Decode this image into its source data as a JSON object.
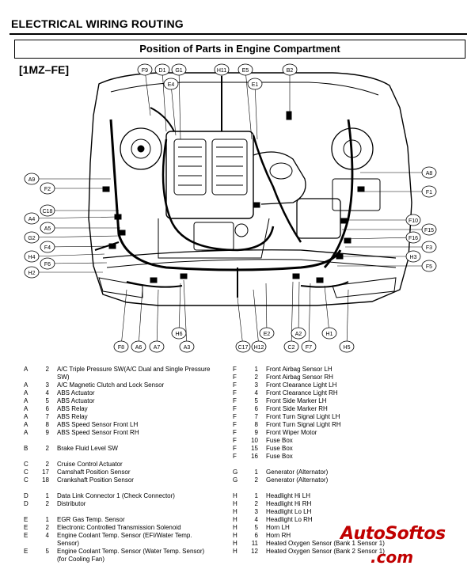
{
  "header": {
    "title": "ELECTRICAL WIRING ROUTING",
    "subtitle": "Position of Parts in Engine Compartment",
    "engine": "[1MZ–FE]"
  },
  "callouts_top": [
    "F9",
    "D1",
    "G1",
    "H11",
    "E5",
    "B2"
  ],
  "callouts_top_inner": [
    "E4",
    "E1"
  ],
  "callouts_left": [
    "A9",
    "F2",
    "C18",
    "A4",
    "A5",
    "G2",
    "F4",
    "H4",
    "F6",
    "H2"
  ],
  "callouts_right": [
    "A8",
    "F1",
    "F10",
    "F15",
    "F16",
    "F3",
    "H3",
    "F5"
  ],
  "callouts_bottom": [
    "F8",
    "A6",
    "A7",
    "A3",
    "C17",
    "H12",
    "C2",
    "F7",
    "H5"
  ],
  "callouts_bottom_inner": [
    "H6",
    "E2",
    "A2",
    "H1"
  ],
  "legend_left": [
    {
      "l": "A",
      "n": "2",
      "t": "A/C Triple Pressure SW(A/C Dual and Single Pressure"
    },
    {
      "l": "",
      "n": "",
      "t": "SW)"
    },
    {
      "l": "A",
      "n": "3",
      "t": "A/C Magnetic Clutch and Lock Sensor"
    },
    {
      "l": "A",
      "n": "4",
      "t": "ABS Actuator"
    },
    {
      "l": "A",
      "n": "5",
      "t": "ABS Actuator"
    },
    {
      "l": "A",
      "n": "6",
      "t": "ABS Relay"
    },
    {
      "l": "A",
      "n": "7",
      "t": "ABS Relay"
    },
    {
      "l": "A",
      "n": "8",
      "t": "ABS Speed Sensor Front LH"
    },
    {
      "l": "A",
      "n": "9",
      "t": "ABS Speed Sensor Front RH"
    },
    {
      "l": "",
      "n": "",
      "t": ""
    },
    {
      "l": "B",
      "n": "2",
      "t": "Brake Fluid Level SW"
    },
    {
      "l": "",
      "n": "",
      "t": ""
    },
    {
      "l": "C",
      "n": "2",
      "t": "Cruise Control Actuator"
    },
    {
      "l": "C",
      "n": "17",
      "t": "Camshaft Position Sensor"
    },
    {
      "l": "C",
      "n": "18",
      "t": "Crankshaft Position Sensor"
    },
    {
      "l": "",
      "n": "",
      "t": ""
    },
    {
      "l": "D",
      "n": "1",
      "t": "Data Link Connector 1 (Check Connector)"
    },
    {
      "l": "D",
      "n": "2",
      "t": "Distributor"
    },
    {
      "l": "",
      "n": "",
      "t": ""
    },
    {
      "l": "E",
      "n": "1",
      "t": "EGR Gas Temp. Sensor"
    },
    {
      "l": "E",
      "n": "2",
      "t": "Electronic Controlled Transmission Solenoid"
    },
    {
      "l": "E",
      "n": "4",
      "t": "Engine Coolant Temp. Sensor (EFI/Water Temp."
    },
    {
      "l": "",
      "n": "",
      "t": "Sensor)"
    },
    {
      "l": "E",
      "n": "5",
      "t": "Engine Coolant Temp. Sensor (Water Temp. Sensor)"
    },
    {
      "l": "",
      "n": "",
      "t": "(for Cooling Fan)"
    }
  ],
  "legend_right": [
    {
      "l": "F",
      "n": "1",
      "t": "Front Airbag Sensor LH"
    },
    {
      "l": "F",
      "n": "2",
      "t": "Front Airbag Sensor RH"
    },
    {
      "l": "F",
      "n": "3",
      "t": "Front Clearance Light LH"
    },
    {
      "l": "F",
      "n": "4",
      "t": "Front Clearance Light RH"
    },
    {
      "l": "F",
      "n": "5",
      "t": "Front Side Marker LH"
    },
    {
      "l": "F",
      "n": "6",
      "t": "Front Side Marker RH"
    },
    {
      "l": "F",
      "n": "7",
      "t": "Front Turn Signal Light LH"
    },
    {
      "l": "F",
      "n": "8",
      "t": "Front Turn Signal Light RH"
    },
    {
      "l": "F",
      "n": "9",
      "t": "Front Wiper Motor"
    },
    {
      "l": "F",
      "n": "10",
      "t": "Fuse Box"
    },
    {
      "l": "F",
      "n": "15",
      "t": "Fuse Box"
    },
    {
      "l": "F",
      "n": "16",
      "t": "Fuse Box"
    },
    {
      "l": "",
      "n": "",
      "t": ""
    },
    {
      "l": "G",
      "n": "1",
      "t": "Generator (Alternator)"
    },
    {
      "l": "G",
      "n": "2",
      "t": "Generator (Alternator)"
    },
    {
      "l": "",
      "n": "",
      "t": ""
    },
    {
      "l": "H",
      "n": "1",
      "t": "Headlight Hi LH"
    },
    {
      "l": "H",
      "n": "2",
      "t": "Headlight Hi RH"
    },
    {
      "l": "H",
      "n": "3",
      "t": "Headlight Lo LH"
    },
    {
      "l": "H",
      "n": "4",
      "t": "Headlight Lo RH"
    },
    {
      "l": "H",
      "n": "5",
      "t": "Horn LH"
    },
    {
      "l": "H",
      "n": "6",
      "t": "Horn RH"
    },
    {
      "l": "H",
      "n": "11",
      "t": "Heated Oxygen Sensor (Bank 1 Sensor 1)"
    },
    {
      "l": "H",
      "n": "12",
      "t": "Heated Oxygen Sensor (Bank 2 Sensor 1)"
    }
  ],
  "watermark": {
    "line1": "AutoSoftos",
    "line2": ".com",
    "color": "#c00000"
  }
}
